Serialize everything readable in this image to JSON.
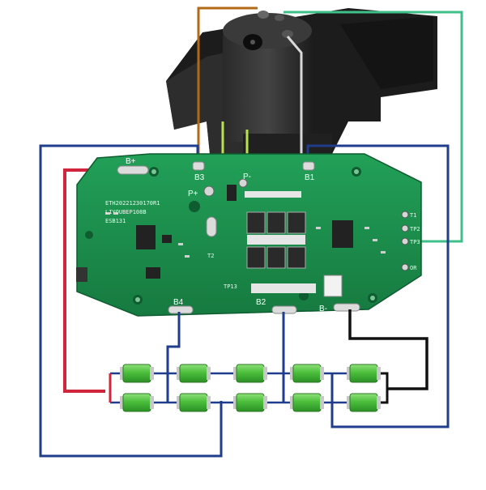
{
  "board": {
    "silk_lines": [
      "ETH20221230170R1",
      "LIYOUBEP108B",
      "ESB131"
    ],
    "pads": {
      "b3": "B3",
      "b1": "B1",
      "b_plus": "B+",
      "p_plus": "P+",
      "p_minus": "P-",
      "b4": "B4",
      "b2": "B2",
      "b_minus": "B-"
    },
    "pins": {
      "t1": "T1",
      "tp2": "TP2",
      "tp3": "TP3",
      "or": "OR"
    },
    "markers": {
      "t2": "T2",
      "tp13": "TP13"
    }
  },
  "wire_colors": {
    "blue": "#1f3d8c",
    "red": "#d1243d",
    "black": "#111111",
    "orange": "#b36a16",
    "green": "#3fc08a",
    "yellow_green": "#b9e34a",
    "white": "#d9d9d9"
  },
  "cells": {
    "count": 10,
    "color": "#4bbf3c"
  },
  "pcb_color": "#1b8f4d"
}
